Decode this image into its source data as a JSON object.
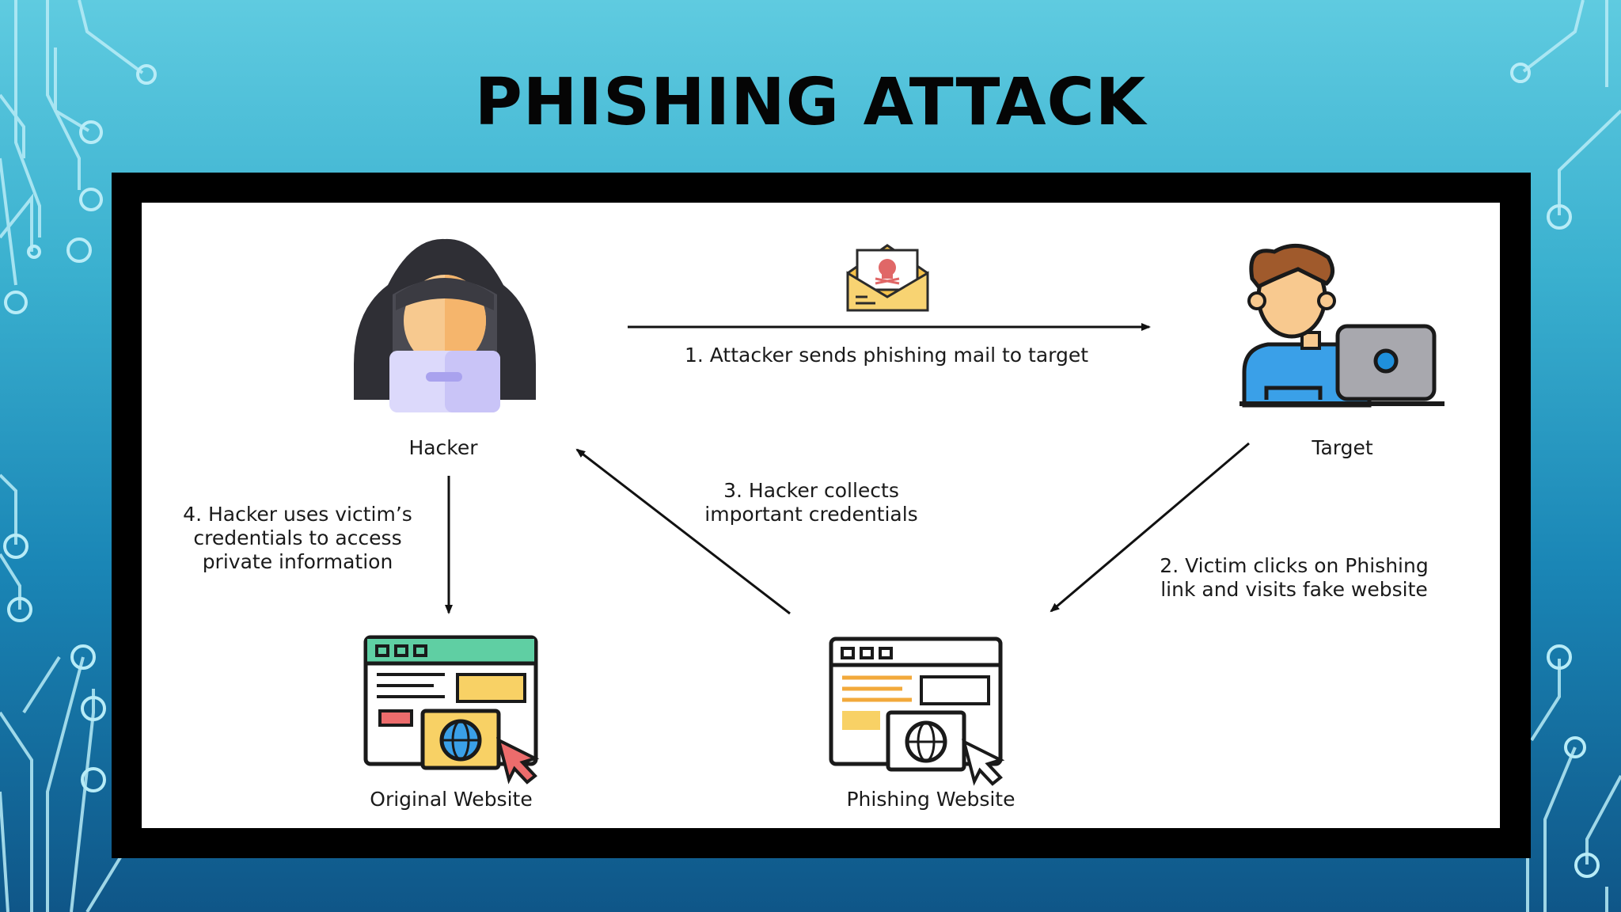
{
  "slide": {
    "title": "PHISHING ATTACK"
  },
  "diagram": {
    "nodes": {
      "hacker": "Hacker",
      "target": "Target",
      "original_website": "Original Website",
      "phishing_website": "Phishing Website"
    },
    "steps": {
      "step1": "1. Attacker sends phishing mail to target",
      "step2_line1": "2. Victim clicks on Phishing",
      "step2_line2": "link and visits fake website",
      "step3_line1": "3. Hacker collects",
      "step3_line2": "important credentials",
      "step4_line1": "4. Hacker uses victim’s",
      "step4_line2": "credentials to access",
      "step4_line3": "private information"
    }
  },
  "icons": [
    "hacker-icon",
    "target-person-icon",
    "laptop-icon",
    "phishing-mail-icon",
    "original-website-icon",
    "phishing-website-icon"
  ],
  "colors": {
    "background_top": "#5fcbe0",
    "background_bottom": "#0f5688",
    "frame": "#000000",
    "panel": "#ffffff",
    "circuit": "#b8ecf7"
  }
}
